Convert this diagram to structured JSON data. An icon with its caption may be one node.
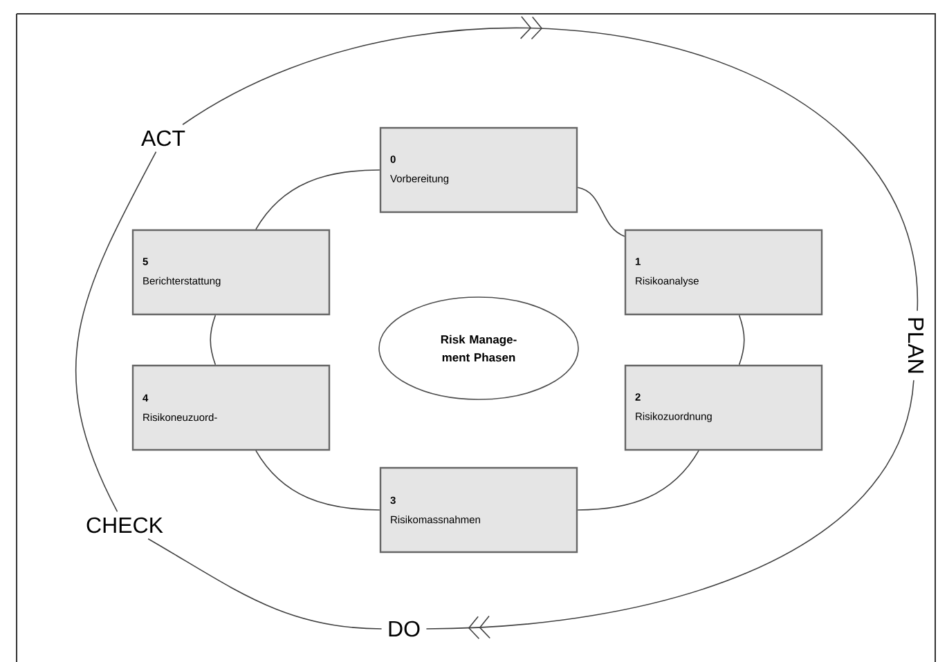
{
  "diagram": {
    "nodes": [
      {
        "text": [
          "0",
          "Vorbereitung"
        ]
      },
      {
        "text": [
          "1",
          "Risikoanalyse"
        ]
      },
      {
        "text": [
          "2",
          "Risikozuordnung"
        ]
      },
      {
        "text": [
          "3",
          "Risikomassnahmen"
        ]
      },
      {
        "text": [
          "4",
          "Risikoneuzuord-"
        ]
      },
      {
        "text": [
          "5",
          "Berichterstattung"
        ]
      },
      {
        "text": [
          "Risk Manage- ment Phasen"
        ]
      },
      {
        "text": [
          "ACT"
        ]
      },
      {
        "text": [
          "PLAN"
        ]
      },
      {
        "text": [
          "DO"
        ]
      },
      {
        "text": [
          "CHECK"
        ]
      }
    ],
    "edges": [
      {
        "from": 0,
        "to": 1,
        "arrow": "none"
      },
      {
        "from": 1,
        "to": 2,
        "arrow": "none"
      },
      {
        "from": 2,
        "to": 3,
        "arrow": "none"
      },
      {
        "from": 3,
        "to": 4,
        "arrow": "none"
      },
      {
        "from": 4,
        "to": 5,
        "arrow": "none"
      },
      {
        "from": 5,
        "to": 0,
        "arrow": "none"
      },
      {
        "from": 7,
        "to": 8,
        "arrow": "to"
      },
      {
        "from": 8,
        "to": 9,
        "arrow": "to"
      },
      {
        "from": 9,
        "to": 10,
        "arrow": "none"
      },
      {
        "from": 10,
        "to": 7,
        "arrow": "none"
      }
    ]
  }
}
